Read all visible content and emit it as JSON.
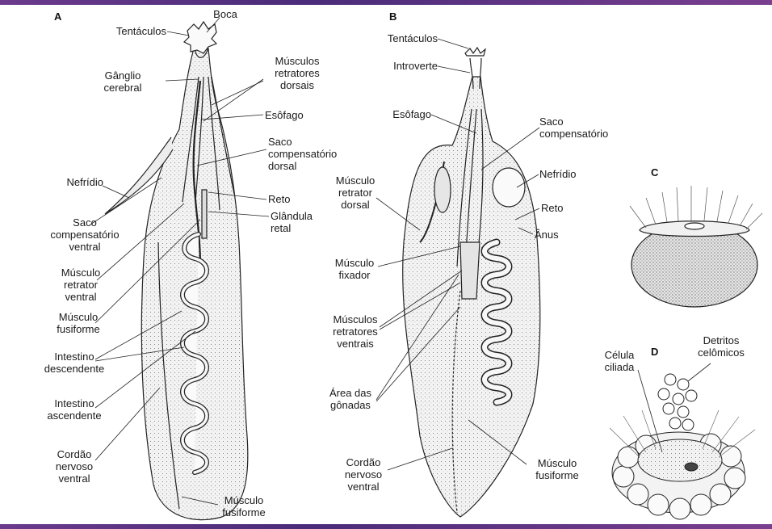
{
  "colors": {
    "bar": "#5a3482",
    "ink": "#1a1a1a",
    "body_fill": "#f3f3f3"
  },
  "panels": {
    "a": "A",
    "b": "B",
    "c": "C",
    "d": "D"
  },
  "labels_a": {
    "tentaculos": "Tentáculos",
    "boca": "Boca",
    "ganglio": "Gânglio\ncerebral",
    "musculos_dorsais": "Músculos\nretratores\ndorsais",
    "esofago": "Esôfago",
    "saco_dorsal": "Saco\ncompensatório\ndorsal",
    "nefridio": "Nefrídio",
    "reto": "Reto",
    "glandula": "Glândula\nretal",
    "saco_ventral": "Saco\ncompensatório\nventral",
    "musculo_ventral": "Músculo\nretrator\nventral",
    "musculo_fusiforme": "Músculo\nfusiforme",
    "intestino_desc": "Intestino\ndescendente",
    "intestino_asc": "Intestino\nascendente",
    "cordao": "Cordão\nnervoso\nventral",
    "musculo_fusiforme_bottom": "Músculo\nfusiforme"
  },
  "labels_b": {
    "tentaculos": "Tentáculos",
    "introverte": "Introverte",
    "esofago": "Esôfago",
    "saco": "Saco\ncompensatório",
    "musculo_dorsal": "Músculo\nretrator\ndorsal",
    "nefridio": "Nefrídio",
    "reto": "Reto",
    "anus": "Ânus",
    "fixador": "Músculo\nfixador",
    "musculos_ventrais": "Músculos\nretratores\nventrais",
    "gonadas": "Área das\ngônadas",
    "cordao": "Cordão\nnervoso\nventral",
    "fusiforme": "Músculo\nfusiforme"
  },
  "labels_d": {
    "celula": "Célula\nciliada",
    "detritos": "Detritos\ncelômicos"
  }
}
